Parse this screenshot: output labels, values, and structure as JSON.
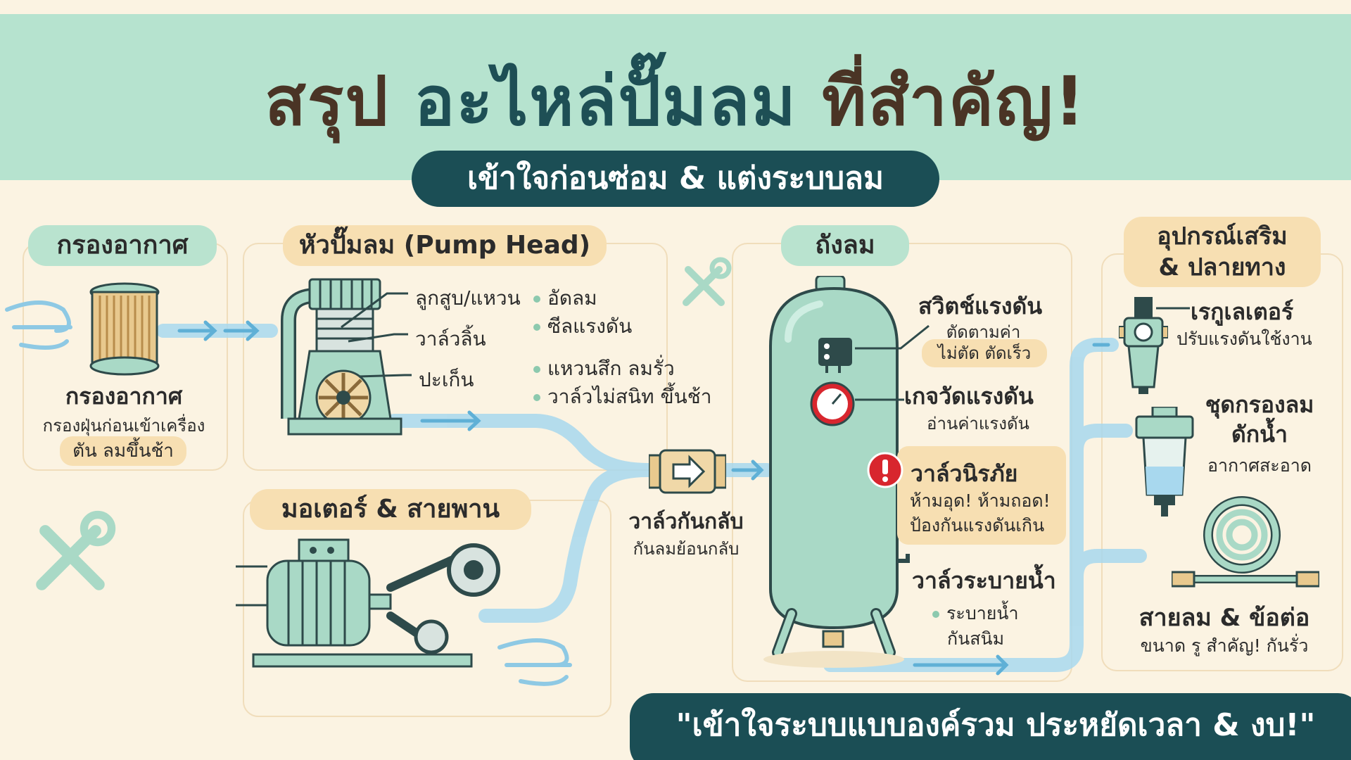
{
  "header": {
    "title_a": "สรุป",
    "title_b": "อะไหล่ปั๊มลม",
    "title_c": "ที่สำคัญ!",
    "subtitle": "เข้าใจก่อนซ่อม & แต่งระบบลม"
  },
  "air_filter": {
    "tag": "กรองอากาศ",
    "name": "กรองอากาศ",
    "desc": "กรองฝุ่นก่อนเข้าเครื่อง",
    "symptom": "ตัน ลมขึ้นช้า"
  },
  "pump_head": {
    "tag": "หัวปั๊มลม (Pump Head)",
    "parts": [
      "ลูกสูบ/แหวน",
      "วาล์วลิ้น",
      "ปะเก็น"
    ],
    "functions": [
      "อัดลม",
      "ซีลแรงดัน"
    ],
    "problems": [
      "แหวนสึก ลมรั่ว",
      "วาล์วไม่สนิท ขึ้นช้า"
    ]
  },
  "motor": {
    "tag": "มอเตอร์ & สายพาน"
  },
  "check_valve": {
    "name": "วาล์วกันกลับ",
    "desc": "กันลมย้อนกลับ"
  },
  "tank": {
    "tag": "ถังลม",
    "pressure_switch": {
      "name": "สวิตช์แรงดัน",
      "desc": "ตัดตามค่า",
      "symptom": "ไม่ตัด ตัดเร็ว"
    },
    "gauge": {
      "name": "เกจวัดแรงดัน",
      "desc": "อ่านค่าแรงดัน"
    },
    "safety_valve": {
      "name": "วาล์วนิรภัย",
      "line1": "ห้ามอุด! ห้ามถอด!",
      "line2": "ป้องกันแรงดันเกิน"
    },
    "drain_valve": {
      "name": "วาล์วระบายน้ำ",
      "line1": "ระบายน้ำ",
      "line2": "กันสนิม"
    }
  },
  "accessories": {
    "tag_line1": "อุปกรณ์เสริม",
    "tag_line2": "& ปลายทาง",
    "regulator": {
      "name": "เรกูเลเตอร์",
      "desc": "ปรับแรงดันใช้งาน"
    },
    "water_filter": {
      "name_line1": "ชุดกรองลม",
      "name_line2": "ดักน้ำ",
      "desc": "อากาศสะอาด"
    },
    "hose": {
      "name": "สายลม & ข้อต่อ",
      "desc": "ขนาด รู สำคัญ! กันรั่ว"
    }
  },
  "footer": {
    "quote": "\"เข้าใจระบบแบบองค์รวม ประหยัดเวลา & งบ!\""
  },
  "colors": {
    "banner": "#b6e3cf",
    "dark_teal": "#1b4e55",
    "tan": "#f7dfb2",
    "flow": "#a8d8ee",
    "machine": "#a9d9c6",
    "danger": "#d8262e"
  }
}
